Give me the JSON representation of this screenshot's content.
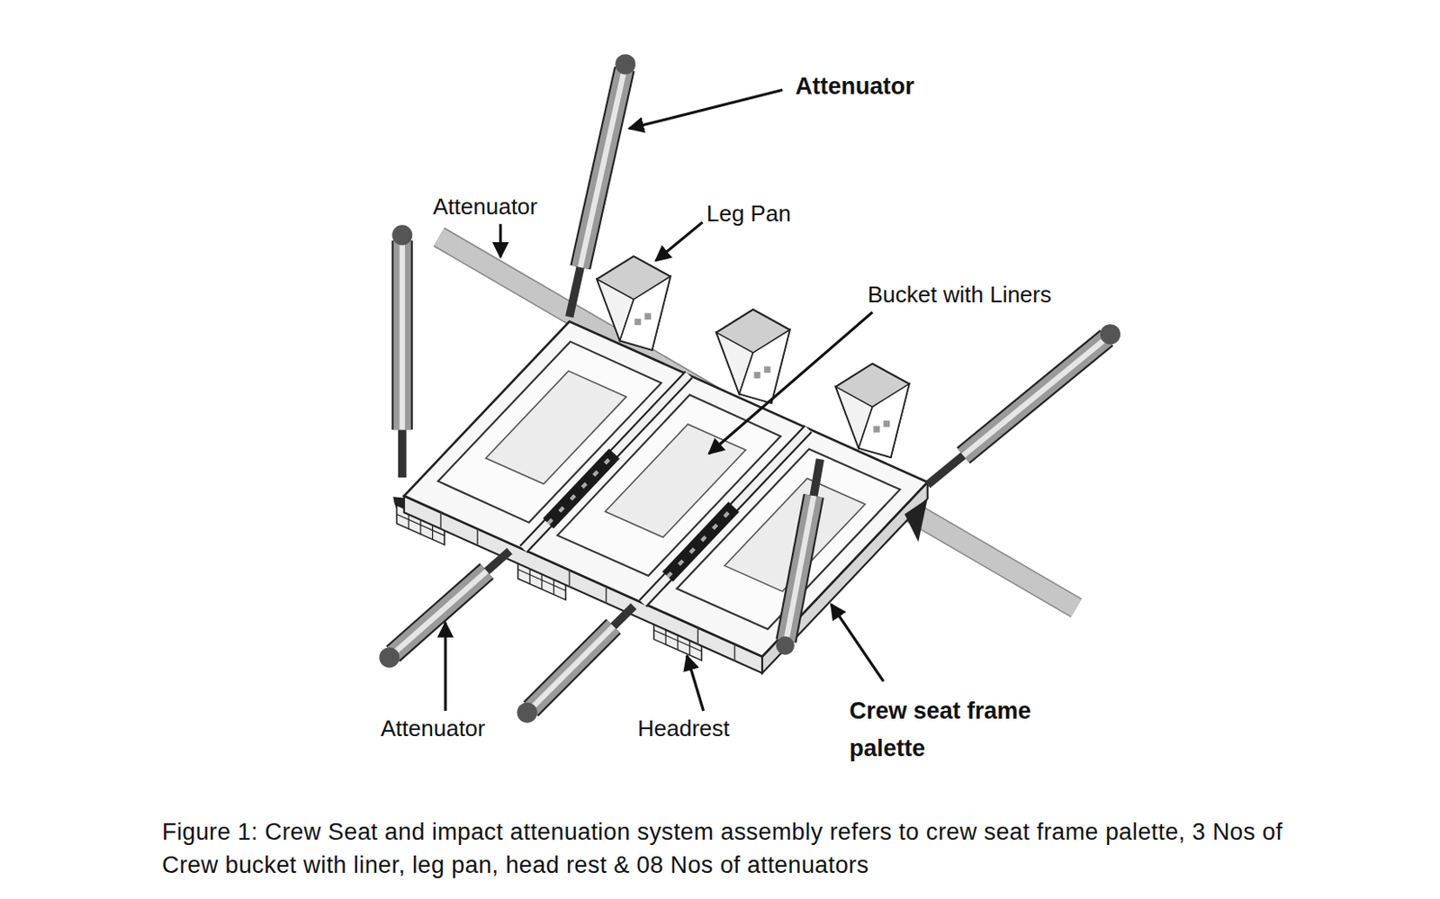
{
  "diagram": {
    "caption": "Figure 1: Crew Seat and impact attenuation system assembly refers to crew seat frame palette, 3 Nos of Crew bucket with liner, leg pan, head rest & 08 Nos of attenuators",
    "labels": [
      "Attenuator",
      "Attenuator",
      "Leg Pan",
      "Bucket with Liners",
      "Attenuator",
      "Headrest",
      "Crew seat frame palette"
    ]
  }
}
